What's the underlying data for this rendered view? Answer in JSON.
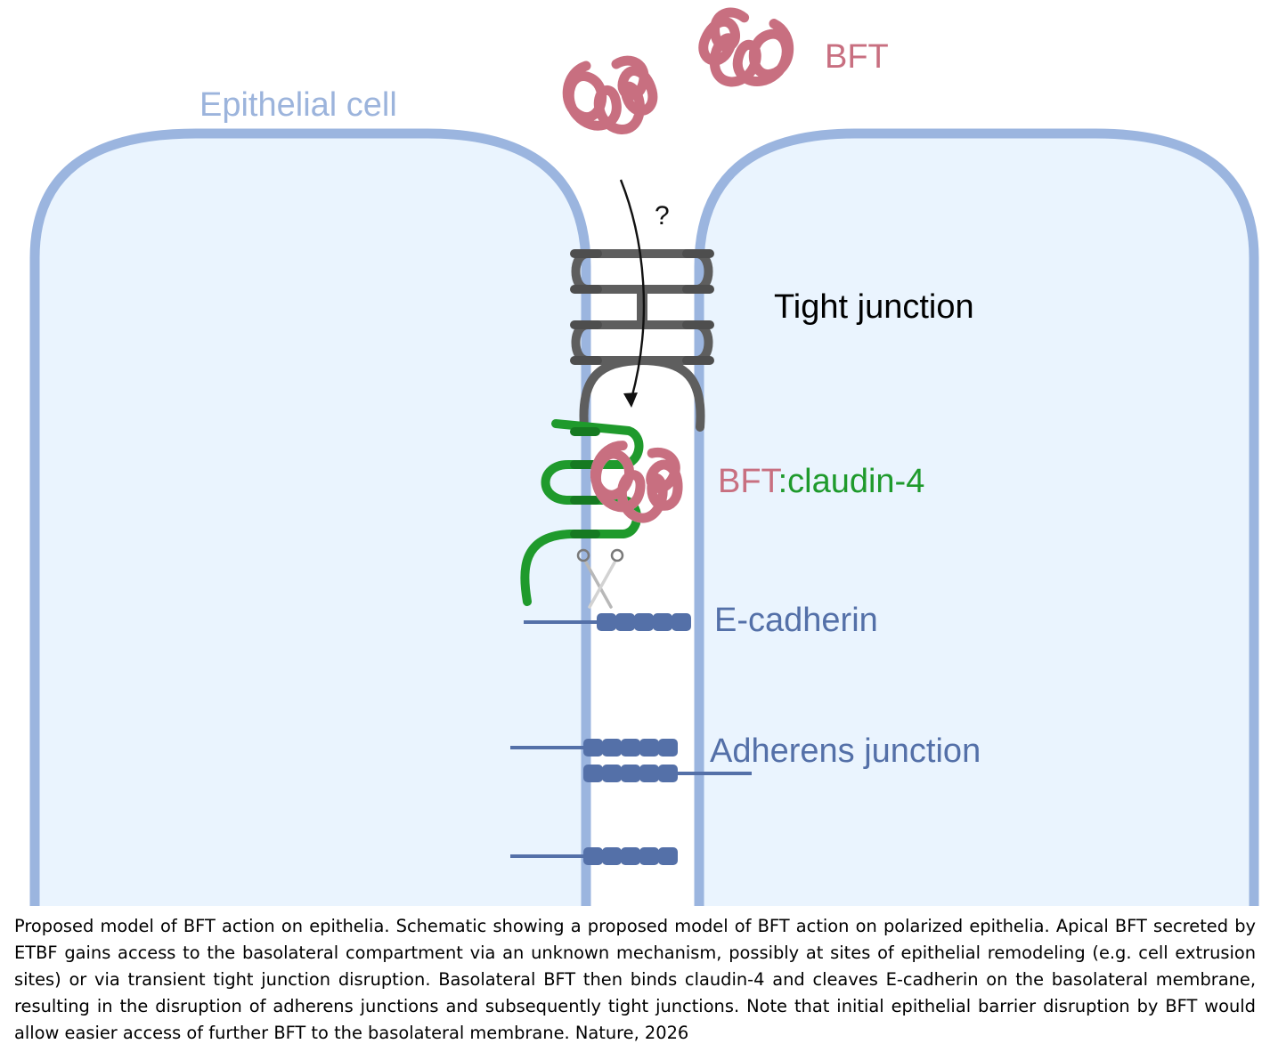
{
  "labels": {
    "bft": "BFT",
    "epithelial_cell": "Epithelial cell",
    "question_mark": "?",
    "tight_junction": "Tight junction",
    "bft_complex_prefix": "BFT",
    "bft_complex_suffix": ":claudin-4",
    "e_cadherin": "E-cadherin",
    "adherens_junction": "Adherens junction"
  },
  "caption": "Proposed model of BFT action on epithelia. Schematic showing a proposed model of BFT action on polarized epithelia. Apical BFT secreted by ETBF gains access to the basolateral compartment via an unknown mechanism, possibly at sites of epithelial remodeling (e.g. cell extrusion sites) or via transient tight junction disruption. Basolateral BFT then binds claudin-4 and cleaves E-cadherin on the basolateral membrane, resulting in the disruption of adherens junctions and subsequently tight junctions. Note that initial epithelial barrier disruption by BFT would allow easier access of further BFT to the basolateral membrane. Nature, 2026",
  "colors": {
    "membrane": "#9bb5df",
    "cytoplasm": "#eaf4fe",
    "bft": "#c86f80",
    "claudin_tight": "#5e5e5e",
    "claudin_4": "#1f9a2c",
    "cadherin": "#5470a8",
    "epithelial_label": "#9cb4dc",
    "tight_label": "#000000"
  }
}
